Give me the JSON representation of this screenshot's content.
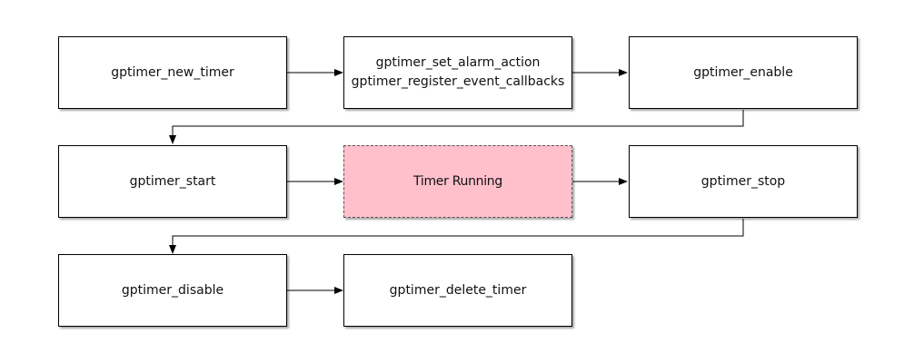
{
  "diagram": {
    "highlight_color": "#ffc0cb",
    "nodes": [
      {
        "id": "new_timer",
        "lines": [
          "gptimer_new_timer"
        ]
      },
      {
        "id": "setup",
        "lines": [
          "gptimer_set_alarm_action",
          "gptimer_register_event_callbacks"
        ]
      },
      {
        "id": "enable",
        "lines": [
          "gptimer_enable"
        ]
      },
      {
        "id": "start",
        "lines": [
          "gptimer_start"
        ]
      },
      {
        "id": "running",
        "lines": [
          "Timer Running"
        ]
      },
      {
        "id": "stop",
        "lines": [
          "gptimer_stop"
        ]
      },
      {
        "id": "disable",
        "lines": [
          "gptimer_disable"
        ]
      },
      {
        "id": "delete",
        "lines": [
          "gptimer_delete_timer"
        ]
      }
    ],
    "edges": [
      {
        "from": "new_timer",
        "to": "setup"
      },
      {
        "from": "setup",
        "to": "enable"
      },
      {
        "from": "enable",
        "to": "start"
      },
      {
        "from": "start",
        "to": "running"
      },
      {
        "from": "running",
        "to": "stop"
      },
      {
        "from": "stop",
        "to": "disable"
      },
      {
        "from": "disable",
        "to": "delete"
      }
    ]
  }
}
